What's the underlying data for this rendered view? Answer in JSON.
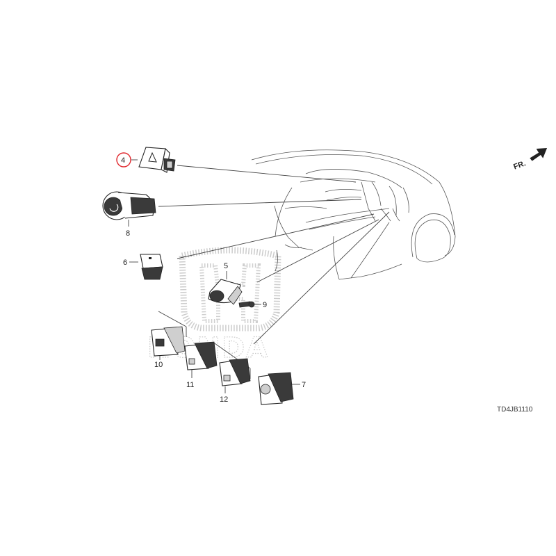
{
  "diagram_code": "TD4JB1110",
  "direction_label": "FR.",
  "watermark_text": "HONDA",
  "highlight_color": "#e0282e",
  "callouts": {
    "c4": "4",
    "c8": "8",
    "c6": "6",
    "c5": "5",
    "c9": "9",
    "c10": "10",
    "c11": "11",
    "c12": "12",
    "c7": "7"
  },
  "highlighted_part": "4"
}
